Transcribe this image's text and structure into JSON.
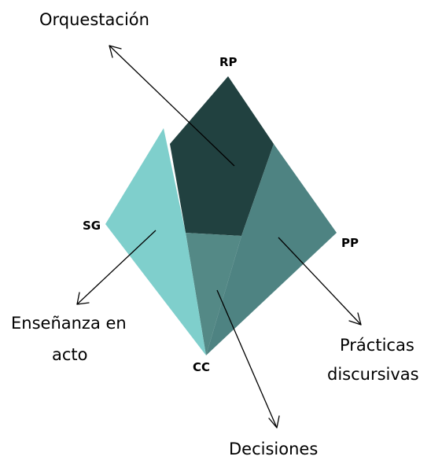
{
  "vertices": {
    "rp": "RP",
    "sg": "SG",
    "pp": "PP",
    "cc": "CC"
  },
  "concepts": {
    "orquestacion": "Orquestación",
    "ensenanza_line1": "Enseñanza en",
    "ensenanza_line2": "acto",
    "practicas_line1": "Prácticas",
    "practicas_line2": "discursivas",
    "decisiones": "Decisiones"
  },
  "colors": {
    "dark_top_face": "#214140",
    "light_left_face": "#7fcfcc",
    "medium_right_face": "#4e8382",
    "medium_lower_face": "#548986",
    "edge": "#000000"
  }
}
